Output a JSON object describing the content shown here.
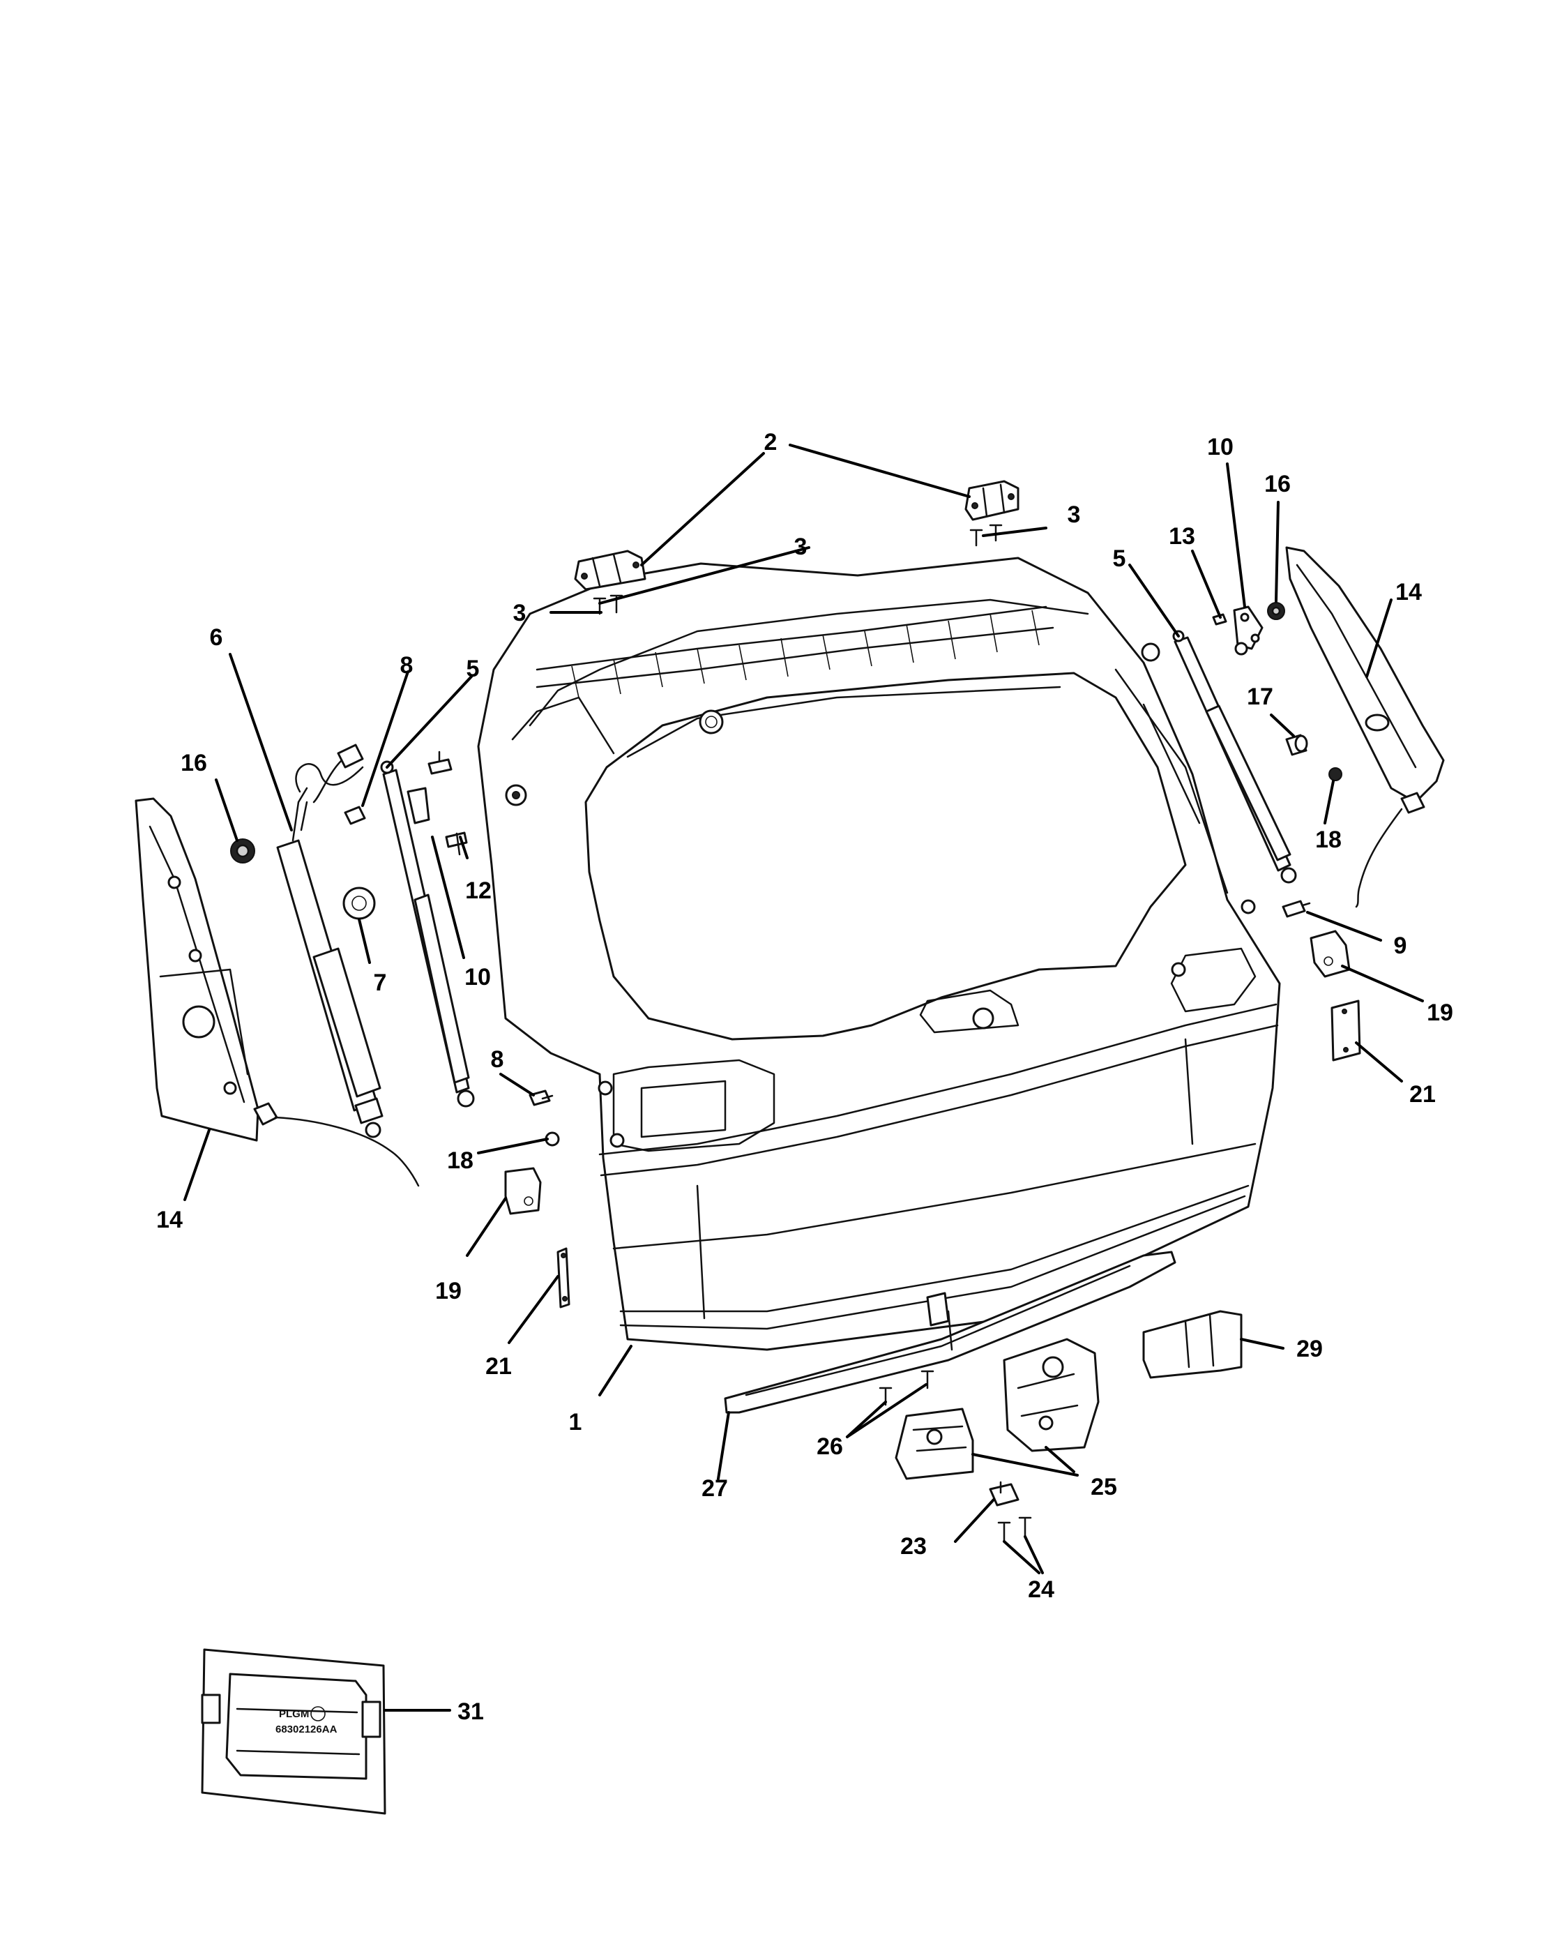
{
  "diagram": {
    "colors": {
      "line": "#111111",
      "fill": "#ffffff",
      "shade": "#cfcfcf"
    },
    "callouts": {
      "c1": "1",
      "c2": "2",
      "c3": "3",
      "c5": "5",
      "c6": "6",
      "c7": "7",
      "c8": "8",
      "c9": "9",
      "c10": "10",
      "c12": "12",
      "c13": "13",
      "c14": "14",
      "c16": "16",
      "c17": "17",
      "c18": "18",
      "c19": "19",
      "c21": "21",
      "c23": "23",
      "c24": "24",
      "c25": "25",
      "c26": "26",
      "c27": "27",
      "c29": "29",
      "c31": "31"
    },
    "module_label": {
      "line1": "PLGM",
      "line2": "68302126AA"
    }
  }
}
